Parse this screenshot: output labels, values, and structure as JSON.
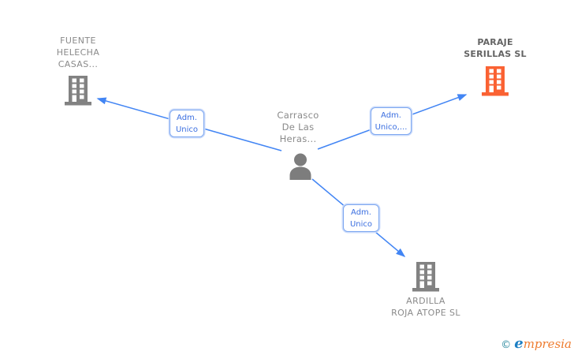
{
  "diagram": {
    "type": "corporate-relationship-graph",
    "person": {
      "name": "Carrasco\nDe Las\nHeras..."
    },
    "companies": [
      {
        "id": "fuente-helecha",
        "name": "FUENTE\nHELECHA\nCASAS...",
        "icon": "building-icon",
        "icon_color": "#828282"
      },
      {
        "id": "paraje-serillas",
        "name": "PARAJE\nSERILLAS SL",
        "icon": "building-icon",
        "icon_color": "#fa6233"
      },
      {
        "id": "ardilla-roja",
        "name": "ARDILLA\nROJA ATOPE SL",
        "icon": "building-icon",
        "icon_color": "#828282"
      }
    ],
    "edges": [
      {
        "from": "person",
        "to": "fuente-helecha",
        "label": "Adm.\nUnico"
      },
      {
        "from": "person",
        "to": "paraje-serillas",
        "label": "Adm.\nUnico,..."
      },
      {
        "from": "person",
        "to": "ardilla-roja",
        "label": "Adm.\nUnico"
      }
    ]
  },
  "footer": {
    "copyright": "©",
    "brand_e": "e",
    "brand_rest": "mpresia"
  },
  "colors": {
    "edge_blue": "#4285f4",
    "label_border_blue": "#7da7f0",
    "label_text_blue": "#3b6fe0",
    "building_gray": "#828282",
    "building_orange": "#fa6233",
    "text_gray": "#8a8a8a",
    "text_dark_gray": "#646464",
    "logo_teal": "#2e8ba0",
    "logo_blue": "#1d7fc4",
    "logo_orange": "#ee7d31"
  }
}
